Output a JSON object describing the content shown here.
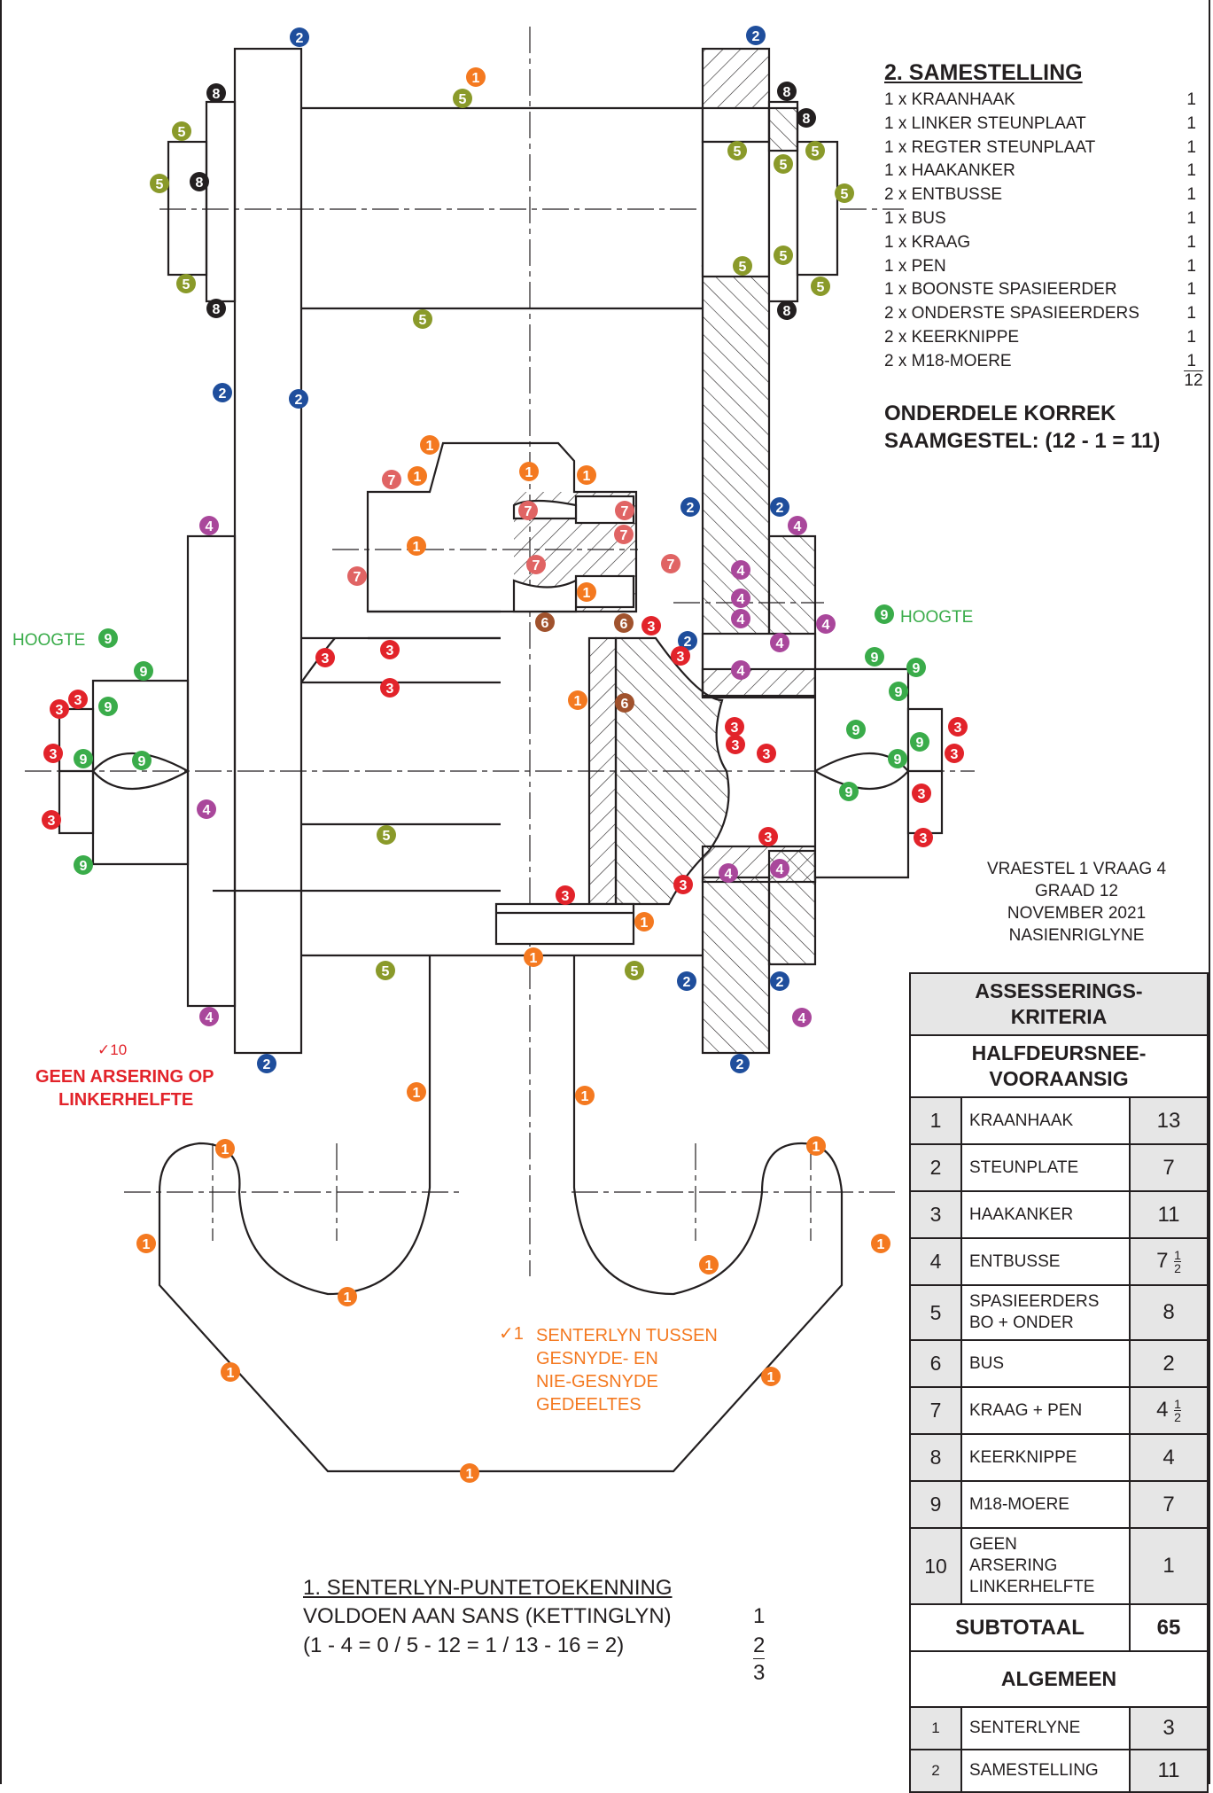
{
  "assembly": {
    "title": "2. SAMESTELLING",
    "items": [
      {
        "label": "1 x KRAANHAAK",
        "mark": "1"
      },
      {
        "label": "1 x LINKER STEUNPLAAT",
        "mark": "1"
      },
      {
        "label": "1 x REGTER STEUNPLAAT",
        "mark": "1"
      },
      {
        "label": "1 x HAAKANKER",
        "mark": "1"
      },
      {
        "label": "2 x ENTBUSSE",
        "mark": "1"
      },
      {
        "label": "1 x BUS",
        "mark": "1"
      },
      {
        "label": "1 x KRAAG",
        "mark": "1"
      },
      {
        "label": "1 x PEN",
        "mark": "1"
      },
      {
        "label": "1 x BOONSTE SPASIEERDER",
        "mark": "1"
      },
      {
        "label": "2 x ONDERSTE SPASIEERDERS",
        "mark": "1"
      },
      {
        "label": "2 x KEERKNIPPE",
        "mark": "1"
      },
      {
        "label": "2 x M18-MOERE",
        "mark": "1"
      }
    ],
    "total": "12",
    "correct_line1": "ONDERDELE KORREK",
    "correct_line2": "SAAMGESTEL: (12 - 1 = 11)"
  },
  "exam": {
    "line1": "VRAESTEL 1 VRAAG 4",
    "line2": "GRAAD 12",
    "line3": "NOVEMBER 2021",
    "line4": "NASIENRIGLYNE"
  },
  "criteria": {
    "header1": "ASSESSERINGS-",
    "header2": "KRITERIA",
    "view1": "HALFDEURSNEE-",
    "view2": "VOORAANSIG",
    "rows": [
      {
        "num": "1",
        "label": "KRAANHAAK",
        "value": "13"
      },
      {
        "num": "2",
        "label": "STEUNPLATE",
        "value": "7"
      },
      {
        "num": "3",
        "label": "HAAKANKER",
        "value": "11"
      },
      {
        "num": "4",
        "label": "ENTBUSSE",
        "whole": "7",
        "fn": "1",
        "fd": "2"
      },
      {
        "num": "5",
        "label1": "SPASIEERDERS",
        "label2": "BO + ONDER",
        "value": "8"
      },
      {
        "num": "6",
        "label": "BUS",
        "value": "2"
      },
      {
        "num": "7",
        "label": "KRAAG + PEN",
        "whole": "4",
        "fn": "1",
        "fd": "2"
      },
      {
        "num": "8",
        "label": "KEERKNIPPE",
        "value": "4"
      },
      {
        "num": "9",
        "label": "M18-MOERE",
        "value": "7"
      },
      {
        "num": "10",
        "label1": "GEEN",
        "label2": "ARSERING",
        "label3": "LINKERHELFTE",
        "value": "1"
      }
    ],
    "subtotal_label": "SUBTOTAAL",
    "subtotal_value": "65",
    "general_label": "ALGEMEEN",
    "general": [
      {
        "num": "1",
        "label": "SENTERLYNE",
        "value": "3"
      },
      {
        "num": "2",
        "label": "SAMESTELLING",
        "value": "11"
      }
    ]
  },
  "notes": {
    "hoogte_left": "HOOGTE",
    "hoogte_right": "HOOGTE",
    "no_hatch_tick": "✓10",
    "no_hatch1": "GEEN ARSERING OP",
    "no_hatch2": "LINKERHELFTE",
    "centre_tick": "✓1",
    "centre1": "SENTERLYN TUSSEN",
    "centre2": "GESNYDE- EN",
    "centre3": "NIE-GESNYDE",
    "centre4": "GEDEELTES"
  },
  "centrelines_marks": {
    "title": "1. SENTERLYN-PUNTETOEKENNING",
    "line1": "VOLDOEN AAN SANS (KETTINGLYN)",
    "line1_mark": "1",
    "line2": "(1 - 4 = 0  /  5 - 12 = 1  /  13 - 16 = 2)",
    "line2_mark": "2",
    "total": "3"
  },
  "colors": {
    "c1": "#f47920",
    "c2": "#1f4e9c",
    "c3": "#e2232a",
    "c4": "#a9479b",
    "c5": "#8a9a2a",
    "c6": "#a0522d",
    "c7": "#e06464",
    "c8": "#231f20",
    "c9": "#3aac4a"
  }
}
